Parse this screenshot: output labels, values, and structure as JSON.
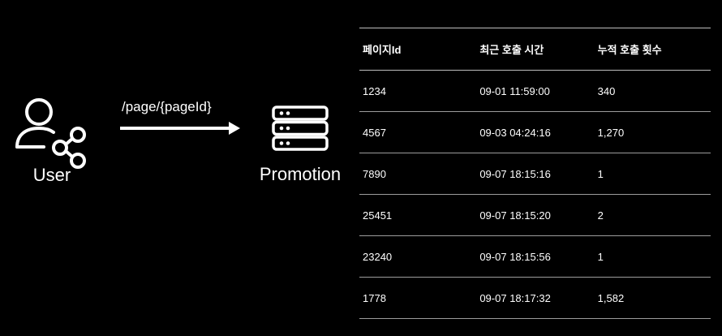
{
  "diagram": {
    "user_label": "User",
    "request_label": "/page/{pageId}",
    "server_label": "Promotion"
  },
  "table": {
    "headers": [
      "페이지Id",
      "최근 호출 시간",
      "누적 호출 횟수"
    ],
    "rows": [
      [
        "1234",
        "09-01 11:59:00",
        "340"
      ],
      [
        "4567",
        "09-03 04:24:16",
        "1,270"
      ],
      [
        "7890",
        "09-07 18:15:16",
        "1"
      ],
      [
        "25451",
        "09-07 18:15:20",
        "2"
      ],
      [
        "23240",
        "09-07 18:15:56",
        "1"
      ],
      [
        "1778",
        "09-07 18:17:32",
        "1,582"
      ]
    ]
  },
  "icons": {
    "user": "user-share-icon",
    "server": "server-icon",
    "arrow": "arrow-right-icon"
  },
  "colors": {
    "background": "#000000",
    "foreground": "#ffffff",
    "divider": "#9c9c9c"
  }
}
